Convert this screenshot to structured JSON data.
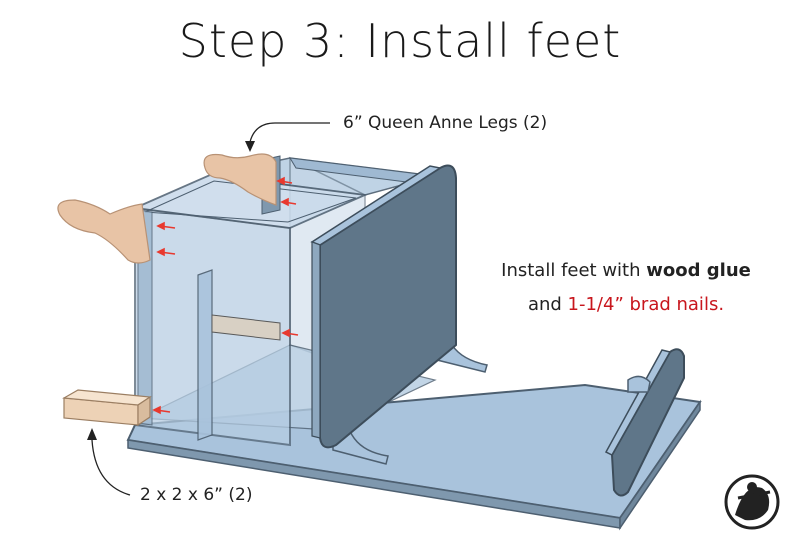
{
  "title": "Step 3: Install feet",
  "labels": {
    "legs": "6” Queen Anne Legs (2)",
    "blocks": "2 x 2 x 6” (2)"
  },
  "note": {
    "line1_prefix": "Install feet with ",
    "line1_bold": "wood glue",
    "line2_prefix": "and ",
    "line2_highlight": "1-1/4” brad nails."
  },
  "colors": {
    "panel_face": "#a9c3dc",
    "panel_edge": "#5a6f82",
    "dark_panel": "#5f7689",
    "leg_wood": "#e8c4a6",
    "block_wood": "#edd2b6",
    "highlight_red": "#c8161d",
    "arrow_red": "#e8392f"
  },
  "icons": {
    "logo": "woodworker-logo-icon"
  }
}
